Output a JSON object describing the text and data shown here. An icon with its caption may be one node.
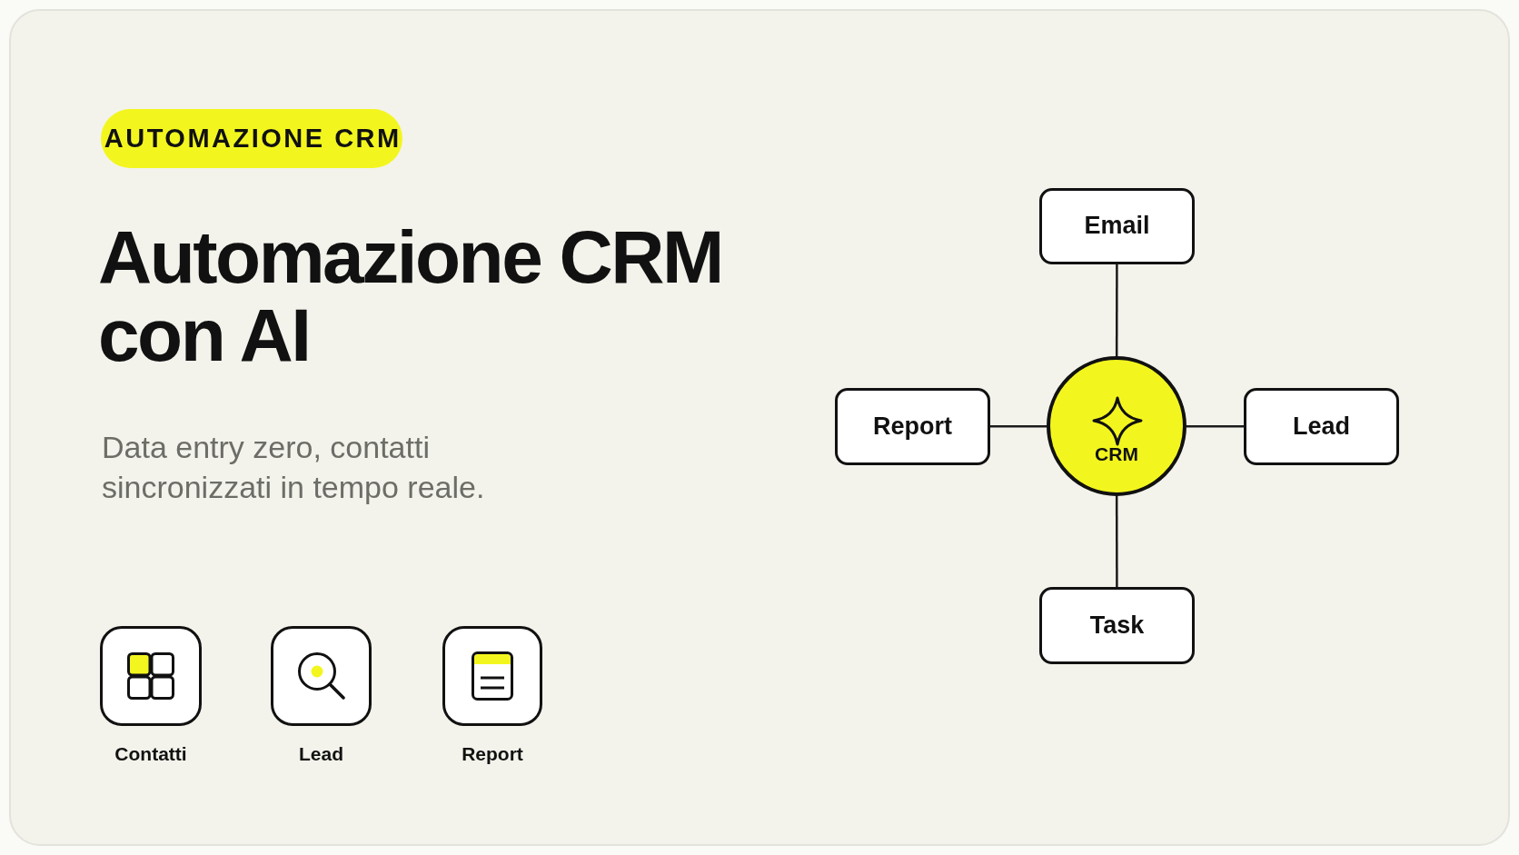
{
  "diagram": {
    "title": "Automazione CRM con AI",
    "nodes": [
      {
        "text": [
          "AUTOMAZIONE CRM"
        ]
      },
      {
        "text": [
          "Contatti"
        ]
      },
      {
        "text": [
          "Lead"
        ]
      },
      {
        "text": [
          "Report"
        ]
      },
      {
        "text": [
          "Email"
        ]
      },
      {
        "text": [
          "Report"
        ]
      },
      {
        "text": [
          "CRM"
        ]
      },
      {
        "text": [
          "Lead"
        ]
      },
      {
        "text": [
          "Task"
        ]
      }
    ],
    "edges": [
      {
        "from": 6,
        "to": 4,
        "arrow": "none"
      },
      {
        "from": 6,
        "to": 7,
        "arrow": "none"
      },
      {
        "from": 6,
        "to": 8,
        "arrow": "none"
      },
      {
        "from": 6,
        "to": 5,
        "arrow": "none"
      }
    ],
    "labels": [
      "Data entry zero, contatti sincronizzati in tempo reale."
    ]
  }
}
